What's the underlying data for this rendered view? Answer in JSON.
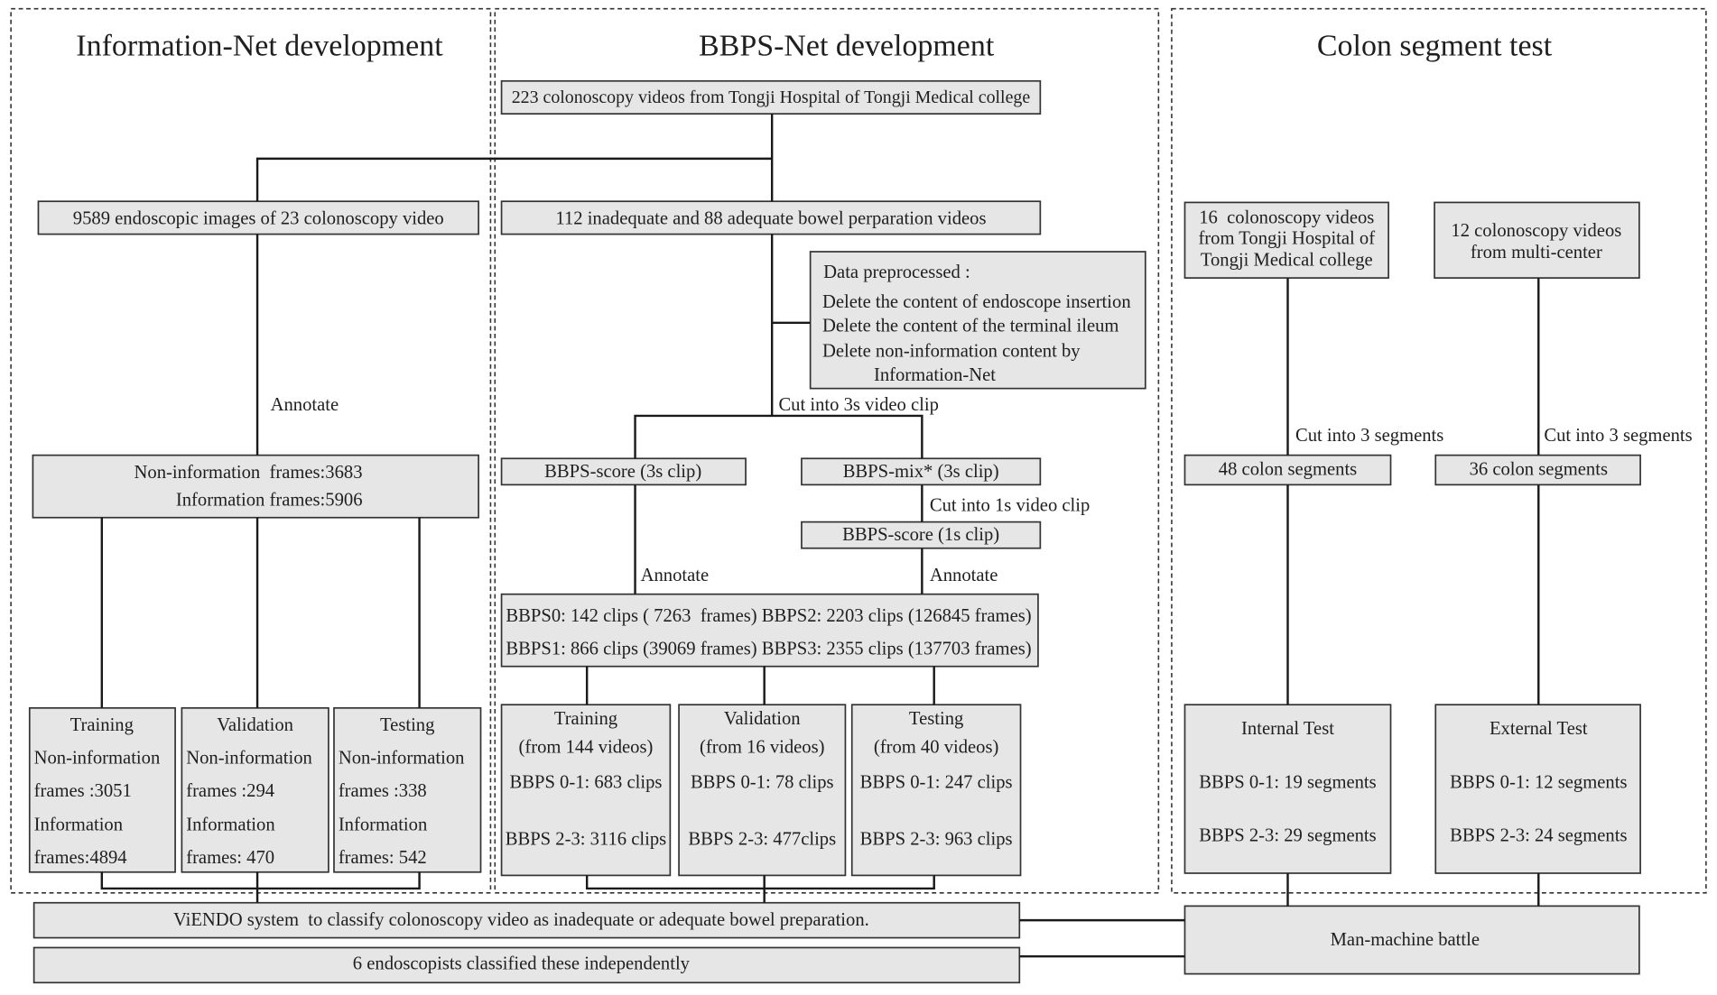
{
  "information_net": {
    "title": "Information-Net development",
    "images": "9589 endoscopic images of 23 colonoscopy video",
    "annotate_label": "Annotate",
    "frames": [
      "Non-information  frames:3683",
      "Information frames:5906"
    ],
    "training": [
      "Training",
      "Non-information",
      "frames :3051",
      "Information",
      "frames:4894"
    ],
    "validation": [
      "Validation",
      "Non-information",
      "frames :294",
      "Information",
      "frames: 470"
    ],
    "testing": [
      "Testing",
      "Non-information",
      "frames :338",
      "Information",
      "frames: 542"
    ]
  },
  "bbps_net": {
    "title": "BBPS-Net development",
    "source": "223 colonoscopy videos from Tongji Hospital of Tongji Medical college",
    "videos": "112 inadequate and 88 adequate bowel perparation videos",
    "preprocess": [
      "Data preprocessed :",
      "Delete the content of endoscope insertion",
      "Delete the content of the terminal ileum",
      "Delete non-information content by",
      "Information-Net"
    ],
    "cut_3s_label": "Cut into 3s video clip",
    "score_3s": "BBPS-score (3s clip)",
    "mix_3s": "BBPS-mix* (3s clip)",
    "cut_1s_label": "Cut into 1s video clip",
    "score_1s": "BBPS-score (1s clip)",
    "annotate_left_label": "Annotate",
    "annotate_right_label": "Annotate",
    "clip_counts": [
      "BBPS0: 142 clips ( 7263  frames) BBPS2: 2203 clips (126845 frames)",
      "BBPS1: 866 clips (39069 frames) BBPS3: 2355 clips (137703 frames)"
    ],
    "training": [
      "Training",
      "(from 144 videos)",
      "BBPS 0-1: 683 clips",
      "BBPS 2-3: 3116 clips"
    ],
    "validation": [
      "Validation",
      "(from 16 videos)",
      "BBPS 0-1: 78 clips",
      "BBPS 2-3: 477clips"
    ],
    "testing": [
      "Testing",
      "(from 40 videos)",
      "BBPS 0-1: 247 clips",
      "BBPS 2-3: 963 clips"
    ]
  },
  "colon_segment": {
    "title": "Colon segment test",
    "internal_source": [
      "16  colonoscopy videos",
      "from Tongji Hospital of",
      "Tongji Medical college"
    ],
    "external_source": [
      "12 colonoscopy videos",
      "from multi-center"
    ],
    "internal_cut_label": "Cut into 3 segments",
    "external_cut_label": "Cut into 3 segments",
    "internal_segments": "48 colon segments",
    "external_segments": "36 colon segments",
    "internal_test": [
      "Internal Test",
      "BBPS 0-1: 19 segments",
      "BBPS 2-3: 29 segments"
    ],
    "external_test": [
      "External Test",
      "BBPS 0-1: 12 segments",
      "BBPS 2-3: 24 segments"
    ]
  },
  "outcome": {
    "viendo": "ViENDO system  to classify colonoscopy video as inadequate or adequate bowel preparation.",
    "endoscopists": "6 endoscopists classified these independently",
    "battle": "Man-machine battle"
  },
  "style": {
    "box_fill": "#e6e6e6",
    "stroke": "#333333",
    "line": "#1a1a1a"
  }
}
